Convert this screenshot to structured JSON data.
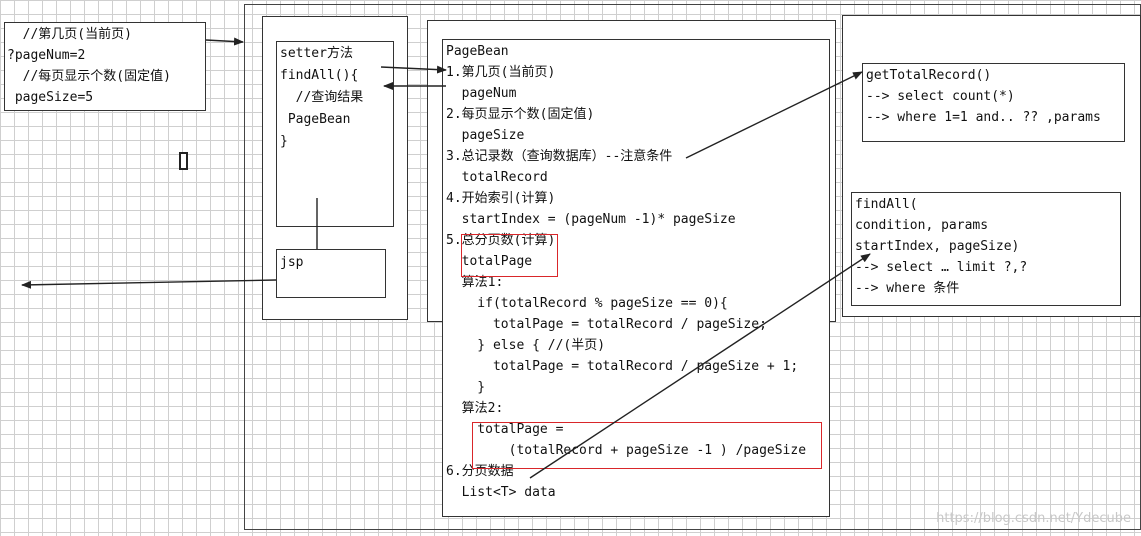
{
  "url_note": {
    "lines": [
      "  //第几页(当前页)",
      "?pageNum=2",
      "  //每页显示个数(固定值)",
      " pageSize=5"
    ]
  },
  "servlet": {
    "lines": [
      "setter方法",
      "",
      "findAll(){",
      "",
      "  //查询结果",
      " PageBean",
      "}"
    ]
  },
  "jsp": {
    "label": "jsp"
  },
  "pagebean": {
    "lines": [
      "PageBean",
      "1.第几页(当前页)",
      "  pageNum",
      "2.每页显示个数(固定值)",
      "  pageSize",
      "3.总记录数（查询数据库）--注意条件",
      "  totalRecord",
      "4.开始索引(计算)",
      "  startIndex = (pageNum -1)* pageSize",
      "5.总分页数(计算)",
      "  totalPage",
      "  算法1:",
      "    if(totalRecord % pageSize == 0){",
      "      totalPage = totalRecord / pageSize;",
      "    } else { //(半页)",
      "      totalPage = totalRecord / pageSize + 1;",
      "    }",
      "  算法2:",
      "    totalPage =",
      "        (totalRecord + pageSize -1 ) /pageSize",
      "6.分页数据",
      "  List<T> data"
    ]
  },
  "get_total": {
    "lines": [
      "getTotalRecord()",
      "--> select count(*)",
      "--> where 1=1 and.. ?? ,params"
    ]
  },
  "find_all": {
    "lines": [
      "findAll(",
      "condition, params",
      "startIndex, pageSize)",
      "--> select … limit ?,?",
      "--> where 条件"
    ]
  },
  "watermark": "https://blog.csdn.net/Ydecube"
}
